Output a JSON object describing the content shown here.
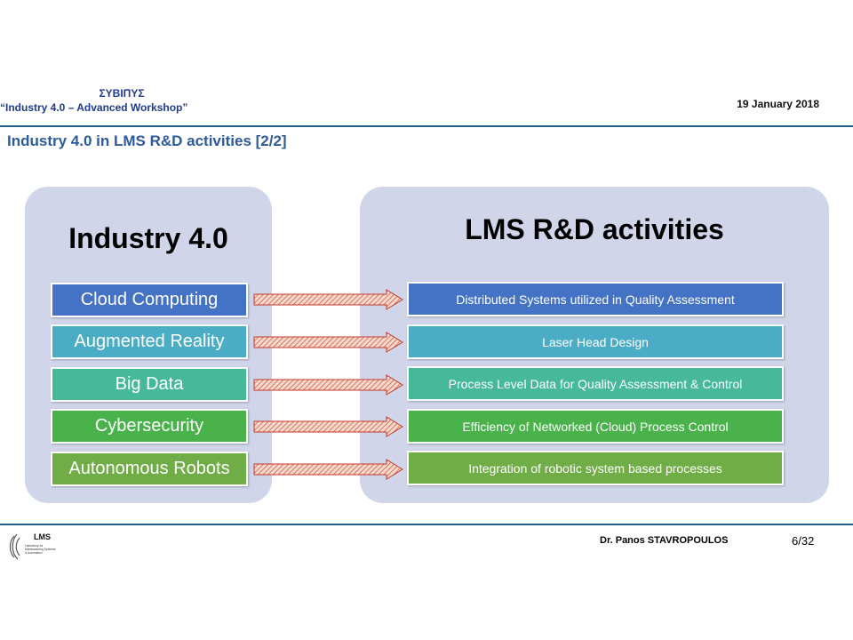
{
  "header": {
    "org": "ΣΥΒΙΠΥΣ",
    "event": "“Industry 4.0 – Advanced Workshop”",
    "date": "19 January  2018"
  },
  "slide_title": "Industry 4.0 in LMS R&D activities [2/2]",
  "left_panel": {
    "title": "Industry 4.0",
    "items": [
      {
        "label": "Cloud Computing",
        "color": "#4472c4"
      },
      {
        "label": "Augmented Reality",
        "color": "#4bacc6"
      },
      {
        "label": "Big Data",
        "color": "#46b99a"
      },
      {
        "label": "Cybersecurity",
        "color": "#49b24b"
      },
      {
        "label": "Autonomous Robots",
        "color": "#70ad47"
      }
    ]
  },
  "right_panel": {
    "title": "LMS R&D activities",
    "items": [
      {
        "label": "Distributed Systems utilized in Quality Assessment",
        "color": "#4472c4"
      },
      {
        "label": "Laser Head Design",
        "color": "#4bacc6"
      },
      {
        "label": "Process Level Data for Quality Assessment & Control",
        "color": "#46b99a"
      },
      {
        "label": "Efficiency of Networked (Cloud) Process Control",
        "color": "#49b24b"
      },
      {
        "label": "Integration of robotic system based processes",
        "color": "#70ad47"
      }
    ]
  },
  "footer": {
    "logo_text": "LMS",
    "logo_sub": "Laboratory for Manufacturing Systems & Automation",
    "author": "Dr. Panos STAVROPOULOS",
    "page": "6/32"
  },
  "colors": {
    "rule": "#1d5f8a",
    "panel_bg": "#d0d5ea",
    "arrow_fill": "#f3c8a8",
    "arrow_stroke": "#c0392b"
  }
}
